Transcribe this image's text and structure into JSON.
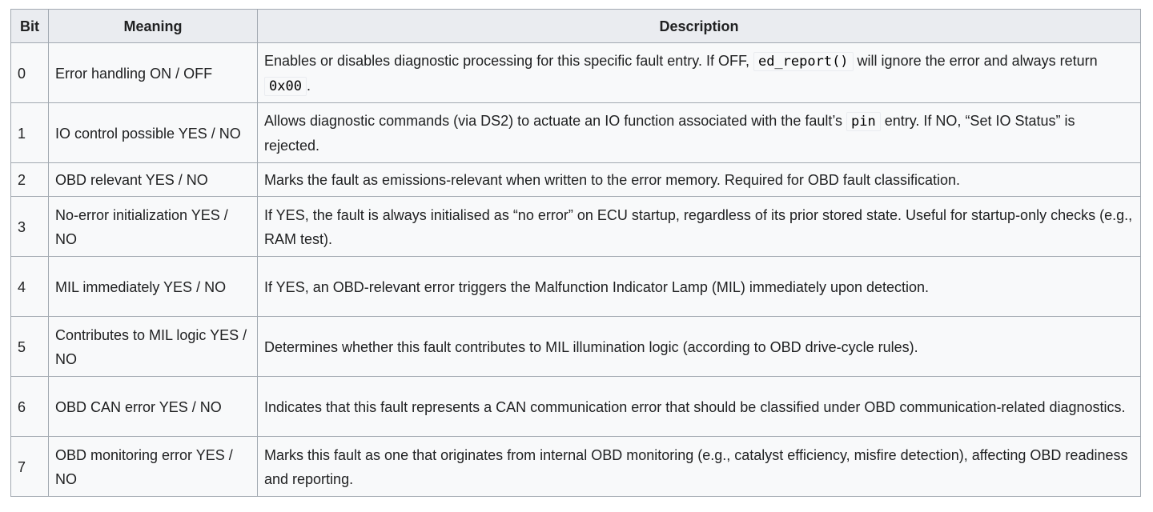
{
  "table": {
    "headers": {
      "bit": "Bit",
      "meaning": "Meaning",
      "description": "Description"
    },
    "rows": [
      {
        "bit": "0",
        "meaning": "Error handling ON / OFF",
        "desc_parts": {
          "t1": "Enables or disables diagnostic processing for this specific fault entry. If OFF, ",
          "code1": "ed_report()",
          "t2": " will ignore the error and always return ",
          "code2": "0x00",
          "t3": "."
        }
      },
      {
        "bit": "1",
        "meaning": "IO control possible YES / NO",
        "desc_parts": {
          "t1": "Allows diagnostic commands (via DS2) to actuate an IO function associated with the fault’s ",
          "code1": "pin",
          "t2": " entry. If NO, “Set IO Status” is rejected."
        }
      },
      {
        "bit": "2",
        "meaning": "OBD relevant YES / NO",
        "description": "Marks the fault as emissions-relevant when written to the error memory. Required for OBD fault classification."
      },
      {
        "bit": "3",
        "meaning": "No-error initialization YES / NO",
        "description": "If YES, the fault is always initialised as “no error” on ECU startup, regardless of its prior stored state. Useful for startup-only checks (e.g., RAM test)."
      },
      {
        "bit": "4",
        "meaning": "MIL immediately YES / NO",
        "description": "If YES, an OBD-relevant error triggers the Malfunction Indicator Lamp (MIL) immediately upon detection."
      },
      {
        "bit": "5",
        "meaning": "Contributes to MIL logic YES / NO",
        "description": "Determines whether this fault contributes to MIL illumination logic (according to OBD drive-cycle rules)."
      },
      {
        "bit": "6",
        "meaning": "OBD CAN error YES / NO",
        "description": "Indicates that this fault represents a CAN communication error that should be classified under OBD communication-related diagnostics."
      },
      {
        "bit": "7",
        "meaning": "OBD monitoring error YES / NO",
        "description": "Marks this fault as one that originates from internal OBD monitoring (e.g., catalyst efficiency, misfire detection), affecting OBD readiness and reporting."
      }
    ]
  },
  "colors": {
    "border": "#a2a9b1",
    "header_bg": "#eaecf0",
    "cell_bg": "#f8f9fa",
    "text": "#202122",
    "code_border": "#eaecf0"
  }
}
